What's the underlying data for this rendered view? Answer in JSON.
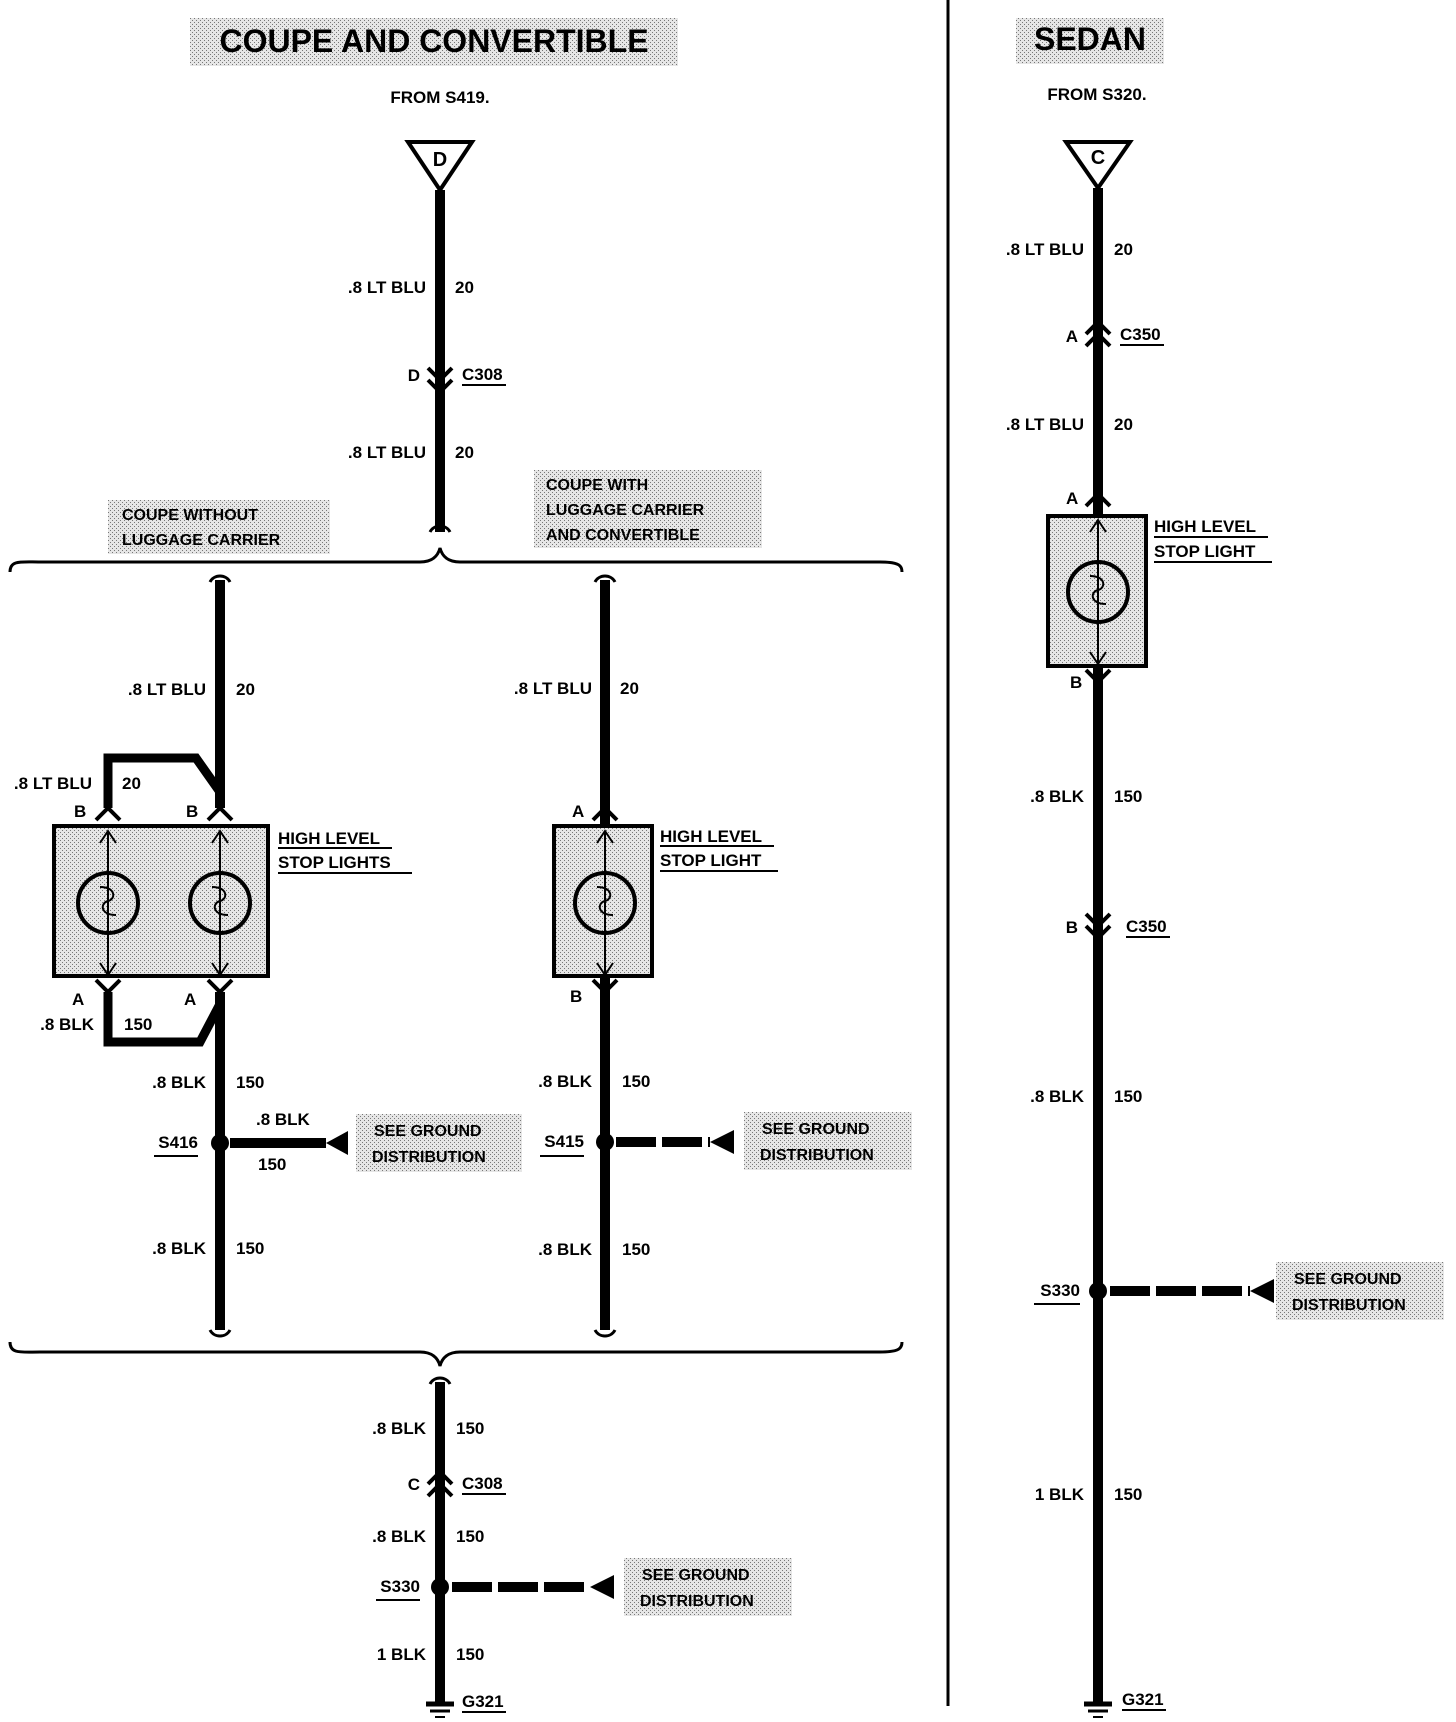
{
  "sections": {
    "coupe": {
      "title": "COUPE AND CONVERTIBLE",
      "from": "FROM S419.",
      "connector_letter": "D",
      "wire_top_1": ".8 LT BLU",
      "wire_top_1_circuit": "20",
      "c308_pin_top": "D",
      "c308_label": "C308",
      "wire_top_2": ".8 LT BLU",
      "wire_top_2_circuit": "20",
      "variant_without": [
        "COUPE WITHOUT",
        "LUGGAGE CARRIER"
      ],
      "variant_with": [
        "COUPE WITH",
        "LUGGAGE CARRIER",
        "AND CONVERTIBLE"
      ]
    },
    "coupe_without": {
      "wire_in": ".8 LT BLU",
      "wire_in_circuit": "20",
      "wire_jumper": ".8 LT BLU",
      "wire_jumper_circuit": "20",
      "pin_b1": "B",
      "pin_b2": "B",
      "component": [
        "HIGH LEVEL",
        "STOP LIGHTS"
      ],
      "pin_a1": "A",
      "pin_a2": "A",
      "wire_jumper_gnd": ".8 BLK",
      "wire_jumper_gnd_circuit": "150",
      "wire_out": ".8 BLK",
      "wire_out_circuit": "150",
      "splice": "S416",
      "splice_wire": ".8 BLK",
      "splice_wire_circuit": "150",
      "see_ground": [
        "SEE GROUND",
        "DISTRIBUTION"
      ],
      "wire_bottom": ".8 BLK",
      "wire_bottom_circuit": "150"
    },
    "coupe_with": {
      "wire_in": ".8 LT BLU",
      "wire_in_circuit": "20",
      "pin_a": "A",
      "component": [
        "HIGH LEVEL",
        "STOP LIGHT"
      ],
      "pin_b": "B",
      "wire_out": ".8 BLK",
      "wire_out_circuit": "150",
      "splice": "S415",
      "see_ground": [
        "SEE GROUND",
        "DISTRIBUTION"
      ],
      "wire_bottom": ".8 BLK",
      "wire_bottom_circuit": "150"
    },
    "coupe_bottom": {
      "wire_1": ".8 BLK",
      "wire_1_circuit": "150",
      "c308_pin": "C",
      "c308_label": "C308",
      "wire_2": ".8 BLK",
      "wire_2_circuit": "150",
      "splice": "S330",
      "see_ground": [
        "SEE GROUND",
        "DISTRIBUTION"
      ],
      "wire_3": "1 BLK",
      "wire_3_circuit": "150",
      "ground": "G321"
    },
    "sedan": {
      "title": "SEDAN",
      "from": "FROM S320.",
      "connector_letter": "C",
      "wire_1": ".8 LT BLU",
      "wire_1_circuit": "20",
      "c350_pin_top": "A",
      "c350_label_top": "C350",
      "wire_2": ".8 LT BLU",
      "wire_2_circuit": "20",
      "pin_a": "A",
      "component": [
        "HIGH LEVEL",
        "STOP LIGHT"
      ],
      "pin_b": "B",
      "wire_3": ".8 BLK",
      "wire_3_circuit": "150",
      "c350_pin_bottom": "B",
      "c350_label_bottom": "C350",
      "wire_4": ".8 BLK",
      "wire_4_circuit": "150",
      "splice": "S330",
      "see_ground": [
        "SEE GROUND",
        "DISTRIBUTION"
      ],
      "wire_5": "1 BLK",
      "wire_5_circuit": "150",
      "ground": "G321"
    }
  }
}
